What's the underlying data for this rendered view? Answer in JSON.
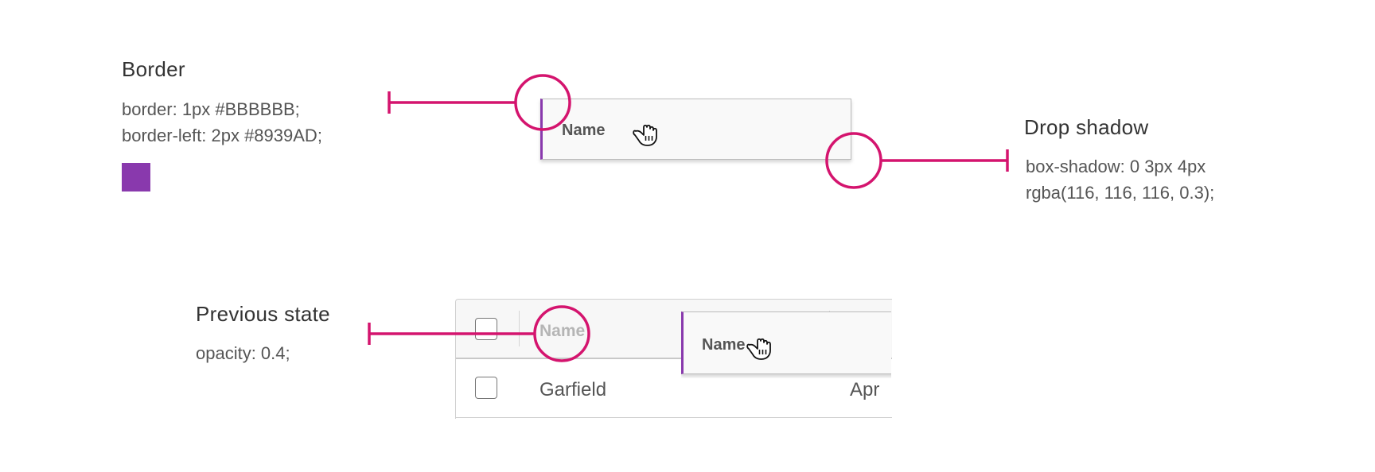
{
  "border_section": {
    "title": "Border",
    "spec_line1": "border: 1px #BBBBBB;",
    "spec_line2": "border-left: 2px #8939AD;",
    "swatch_color": "#8939AD"
  },
  "drop_shadow_section": {
    "title": "Drop shadow",
    "spec_line1": "box-shadow: 0 3px 4px",
    "spec_line2": "rgba(116, 116, 116, 0.3);"
  },
  "previous_state_section": {
    "title": "Previous state",
    "spec": "opacity: 0.4;"
  },
  "dragged_header": {
    "label": "Name",
    "cursor_icon": "grab-hand-icon"
  },
  "table": {
    "header_label": "Name",
    "dragging_label": "Name",
    "row": {
      "name": "Garfield",
      "date": "Apr"
    }
  },
  "colors": {
    "callout": "#D4146E",
    "accent": "#8939AD",
    "border": "#BBBBBB"
  }
}
